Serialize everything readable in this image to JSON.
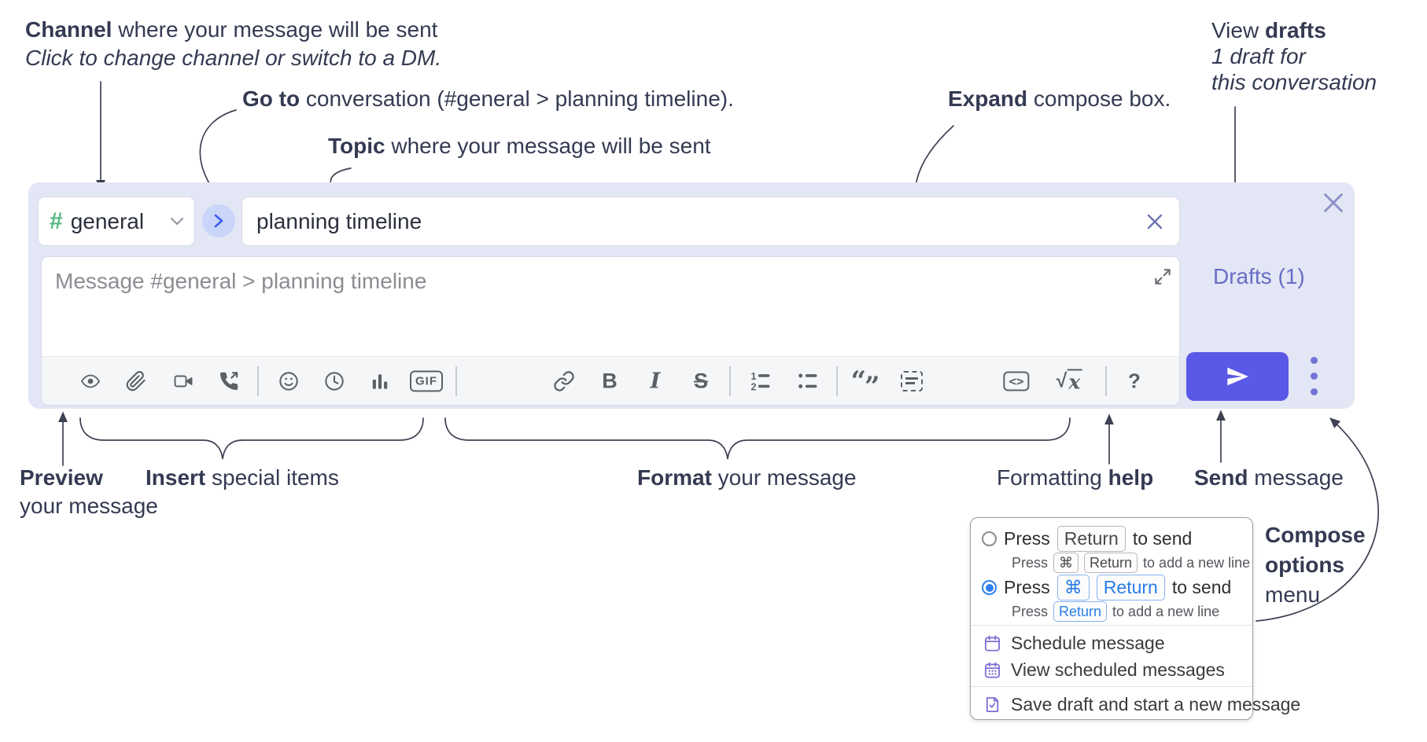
{
  "annotations": {
    "channel": {
      "bold": "Channel",
      "rest": " where your message will be sent",
      "line2": "Click to change channel or switch to a DM."
    },
    "goto": {
      "bold": "Go to",
      "rest": " conversation (#general > planning timeline)."
    },
    "topic": {
      "bold": "Topic",
      "rest": " where your message will be sent"
    },
    "drafts": {
      "l1a": "View ",
      "l1b": "drafts",
      "l2": "1 draft for",
      "l3": "this conversation"
    },
    "expand": {
      "bold": "Expand",
      "rest": " compose box."
    },
    "preview": {
      "bold": "Preview",
      "line2": "your message"
    },
    "insert": {
      "bold": "Insert",
      "rest": " special items"
    },
    "format": {
      "bold": "Format",
      "rest": " your message"
    },
    "help": {
      "pre": "Formatting ",
      "bold": "help"
    },
    "send": {
      "bold": "Send",
      "rest": " message"
    },
    "compose_options": {
      "l1": "Compose",
      "l2": "options",
      "l3": "menu"
    }
  },
  "compose": {
    "channel_hash": "#",
    "channel_name": "general",
    "topic_value": "planning timeline",
    "message_placeholder": "Message #general > planning timeline",
    "drafts_link": "Drafts (1)",
    "toolbar": {
      "bold": "B",
      "italic": "I",
      "strike": "S",
      "gif": "GIF",
      "code": "<>",
      "math_root": "√",
      "math_var": "x",
      "help": "?",
      "ol1": "1",
      "ol2": "2",
      "quote_open": "“",
      "quote_close": "”"
    }
  },
  "popup": {
    "opt1": {
      "press": "Press",
      "key": "Return",
      "tail": "to send",
      "sub_press": "Press",
      "sub_key1": "⌘",
      "sub_key2": "Return",
      "sub_tail": "to add a new line"
    },
    "opt2": {
      "press": "Press",
      "key1": "⌘",
      "key2": "Return",
      "tail": "to send",
      "sub_press": "Press",
      "sub_key": "Return",
      "sub_tail": "to add a new line"
    },
    "schedule": "Schedule message",
    "view_scheduled": "View scheduled messages",
    "save_draft": "Save draft and start a new message"
  },
  "icons": {
    "toolbar": [
      "eye-preview-icon",
      "paperclip-icon",
      "video-camera-icon",
      "voice-call-icon",
      "emoji-smiley-icon",
      "clock-icon",
      "poll-bar-chart-icon",
      "gif-icon",
      "link-icon",
      "bold-icon",
      "italic-icon",
      "strikethrough-icon",
      "numbered-list-icon",
      "bulleted-list-icon",
      "quote-icon",
      "spoiler-icon",
      "code-icon",
      "math-icon",
      "help-icon"
    ],
    "other": [
      "hash-icon",
      "chevron-down-icon",
      "chevron-right-icon",
      "clear-x-icon",
      "close-x-icon",
      "expand-diagonal-icon",
      "send-plane-icon",
      "kebab-dots-icon",
      "calendar-icon",
      "calendar-grid-icon",
      "save-draft-check-icon"
    ]
  },
  "colors": {
    "compose_bg": "#e3e6f4",
    "send_button": "#5a58e6",
    "drafts_link": "#676dc7",
    "hash_green": "#51b97f",
    "radio_blue": "#2f80ed",
    "menu_icon_purple": "#7e6fd6",
    "icon_gray": "#5c6066",
    "annotation_text": "#343a52"
  }
}
